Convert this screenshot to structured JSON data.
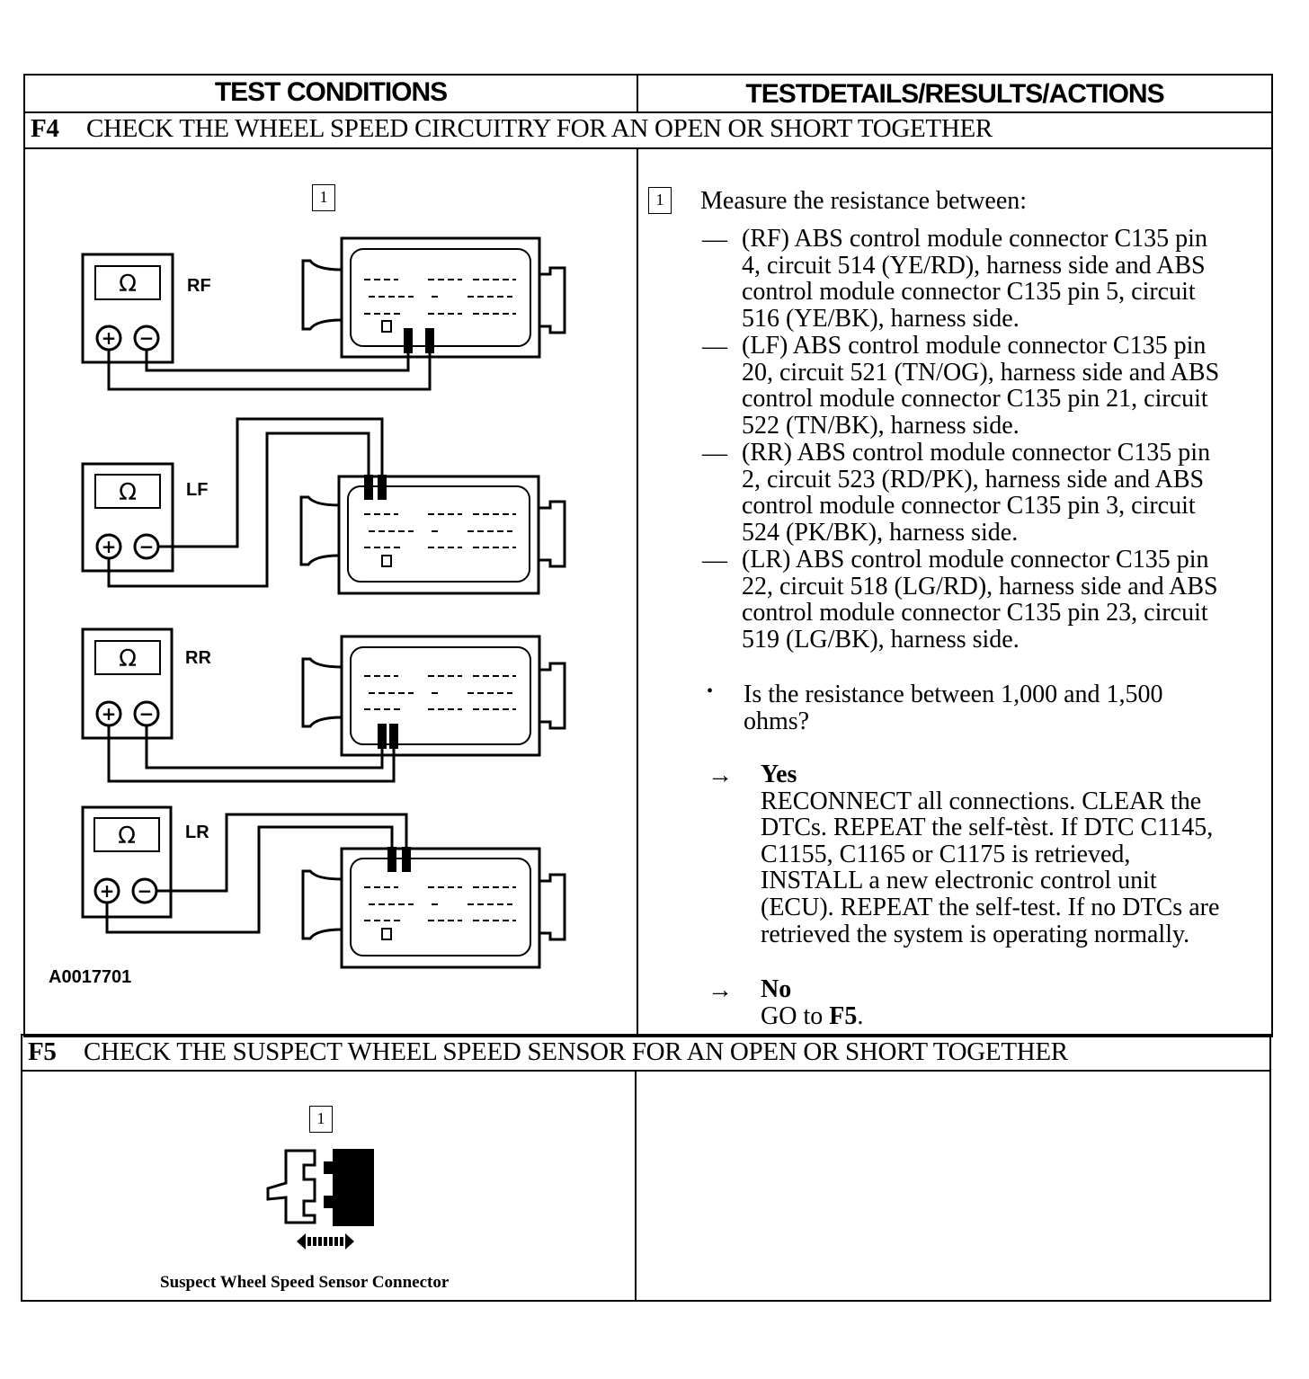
{
  "headers": {
    "left": "TEST CONDITIONS",
    "right": "TESTDETAILS/RESULTS/ACTIONS"
  },
  "f4": {
    "code": "F4",
    "title": "CHECK THE WHEEL SPEED CIRCUITRY FOR AN OPEN OR SHORT TOGETHER",
    "figure": {
      "step_box": "1",
      "meter_symbol": "Ω",
      "labels": [
        "RF",
        "LF",
        "RR",
        "LR"
      ],
      "figure_id": "A0017701"
    },
    "details": {
      "step_box": "1",
      "intro": "Measure the resistance between:",
      "items": [
        [
          "(RF) ABS control module connector C135 pin",
          "4, circuit 514 (YE/RD), harness side and ABS",
          "control module connector C135 pin 5, circuit",
          "516 (YE/BK), harness side."
        ],
        [
          "(LF) ABS control module connector C135 pin",
          "20, circuit 521 (TN/OG), harness side and ABS",
          "control module connector C135 pin 21, circuit",
          "522 (TN/BK), harness side."
        ],
        [
          "(RR) ABS control module connector C135 pin",
          "2, circuit 523 (RD/PK), harness side and ABS",
          "control module connector C135 pin 3, circuit",
          "524 (PK/BK), harness side."
        ],
        [
          "(LR) ABS control module connector C135 pin",
          "22, circuit 518 (LG/RD), harness side and ABS",
          "control module connector C135 pin 23, circuit",
          "519 (LG/BK), harness side."
        ]
      ],
      "dash": "—",
      "bullet": "•",
      "question": [
        "Is the resistance between 1,000 and 1,500",
        "ohms?"
      ],
      "arrow": "→",
      "yes_label": "Yes",
      "yes_text": [
        "RECONNECT all connections. CLEAR the",
        "DTCs. REPEAT the self-tèst. If DTC C1145,",
        "C1155, C1165 or C1175 is retrieved,",
        "INSTALL a new electronic control unit",
        "(ECU). REPEAT the self-test. If no DTCs are",
        "retrieved the system is operating  normally."
      ],
      "no_label": "No",
      "no_text_prefix": "GO to ",
      "no_text_target": "F5",
      "no_text_suffix": "."
    }
  },
  "f5": {
    "code": "F5",
    "title": "CHECK THE SUSPECT WHEEL SPEED SENSOR FOR AN OPEN OR SHORT TOGETHER",
    "figure": {
      "step_box": "1",
      "caption": "Suspect Wheel Speed Sensor Connector"
    }
  }
}
